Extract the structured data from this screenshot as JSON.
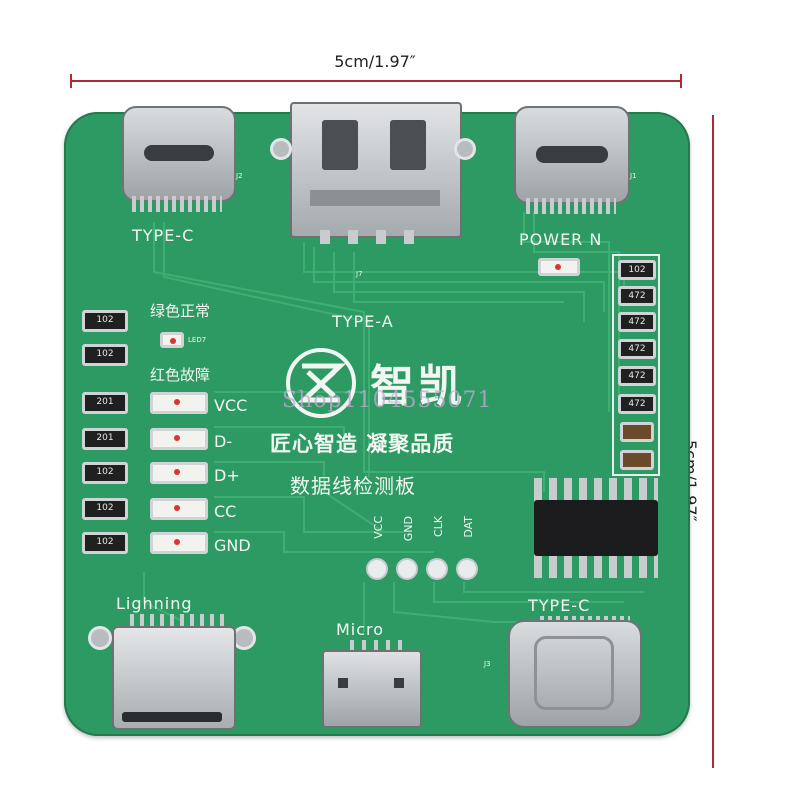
{
  "dimensions": {
    "width_label": "5cm/1.97″",
    "height_label": "5cm/1.97″"
  },
  "board": {
    "top_left_port": "TYPE-C",
    "top_center_port": "TYPE-A",
    "top_right_port": "POWER N",
    "brand": "智凯",
    "slogan": "匠心智造 凝聚品质",
    "title": "数据线检测板",
    "normal_status": "绿色正常",
    "fault_status": "红色故障",
    "led_labels": [
      "VCC",
      "D-",
      "D+",
      "CC",
      "GND"
    ],
    "pad_labels": [
      "VCC",
      "GND",
      "CLK",
      "DAT"
    ],
    "bottom_ports": [
      "Lighning",
      "Micro",
      "TYPE-C"
    ],
    "left_resistors": [
      "102",
      "102",
      "201",
      "201",
      "102",
      "102",
      "102"
    ],
    "right_resistors": [
      "102",
      "472",
      "472",
      "472",
      "472",
      "472"
    ],
    "designators": [
      "J2",
      "J1",
      "J7",
      "LED7",
      "J3"
    ],
    "watermark": "Shop1104555071"
  }
}
